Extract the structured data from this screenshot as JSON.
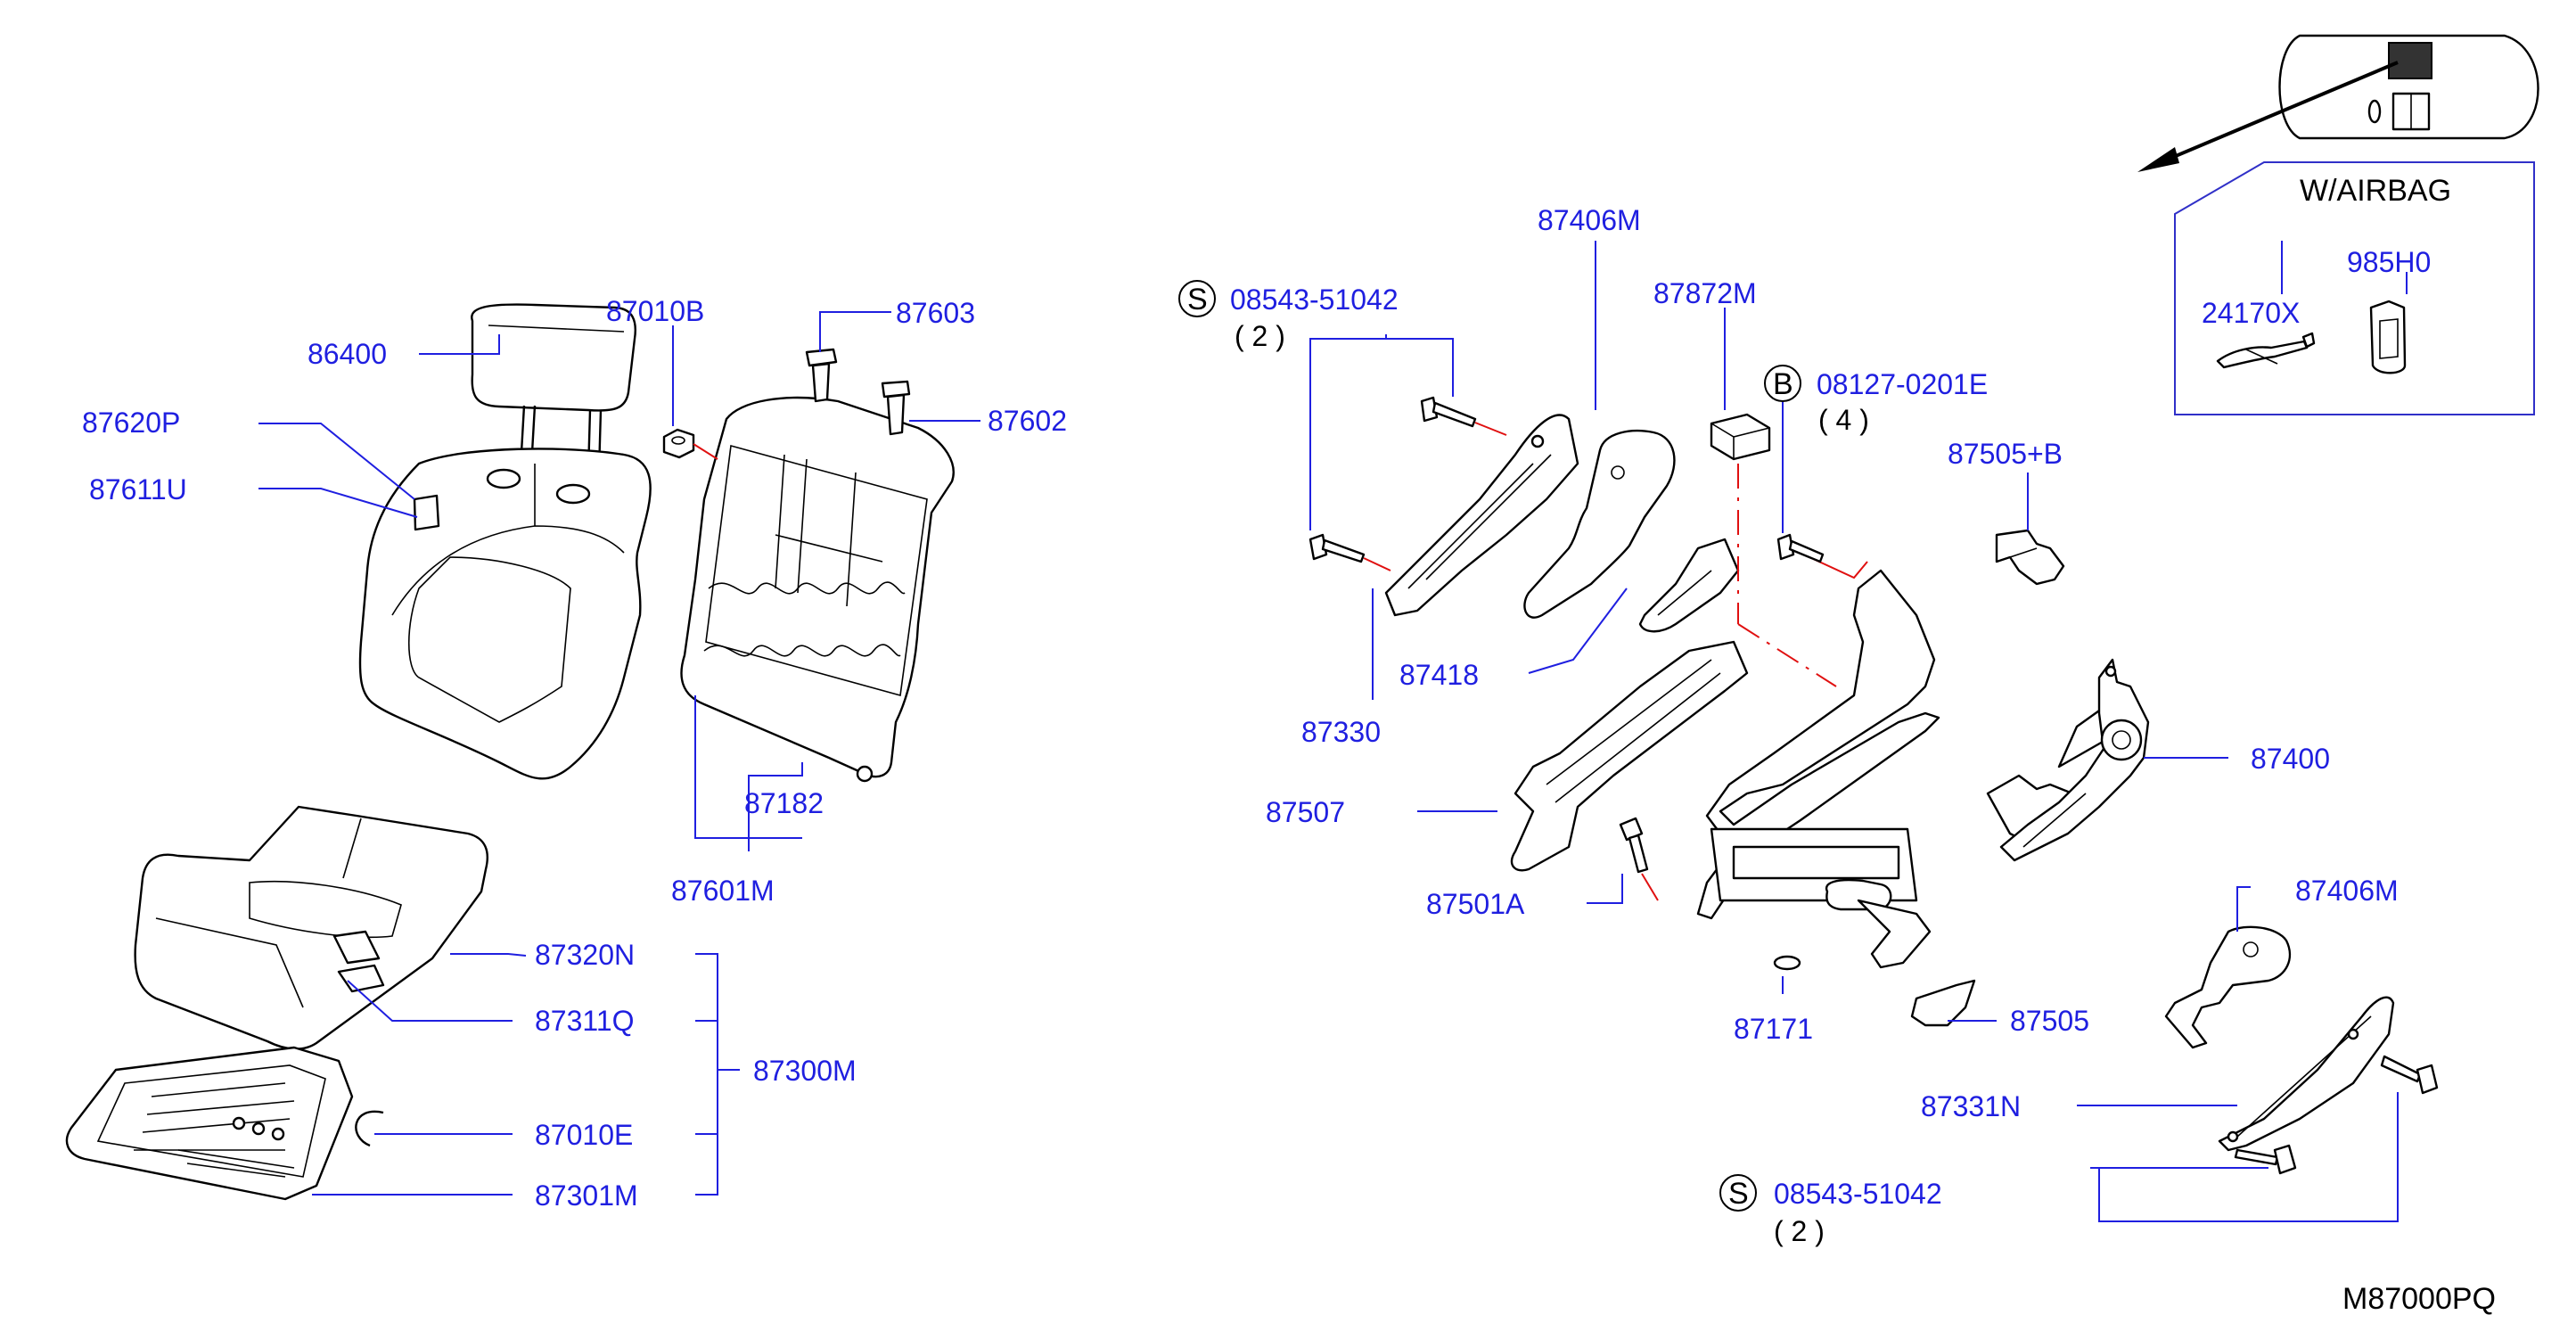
{
  "parts": {
    "p86400": "86400",
    "p87620P": "87620P",
    "p87611U": "87611U",
    "p87010B": "87010B",
    "p87603": "87603",
    "p87602": "87602",
    "p87182": "87182",
    "p87601M": "87601M",
    "p87320N": "87320N",
    "p87311Q": "87311Q",
    "p87300M": "87300M",
    "p87010E": "87010E",
    "p87301M": "87301M",
    "p87406M_top": "87406M",
    "p87872M": "87872M",
    "p08127": "08127-0201E",
    "p08127_qty": "( 4 )",
    "p08543_top": "08543-51042",
    "p08543_top_qty": "( 2 )",
    "p87418": "87418",
    "p87330": "87330",
    "p87507": "87507",
    "p87501A": "87501A",
    "p87171": "87171",
    "p87505B": "87505+B",
    "p87400": "87400",
    "p87505": "87505",
    "p87406M_bot": "87406M",
    "p87331N": "87331N",
    "p08543_bot": "08543-51042",
    "p08543_bot_qty": "( 2 )"
  },
  "airbag": {
    "title": "W/AIRBAG",
    "p24170X": "24170X",
    "p985H0": "985H0"
  },
  "symbols": {
    "s": "S",
    "b": "B"
  },
  "diagram_code": "M87000PQ",
  "colors": {
    "label": "#1f1fe0",
    "line": "#000000",
    "centerline": "#e01010"
  }
}
